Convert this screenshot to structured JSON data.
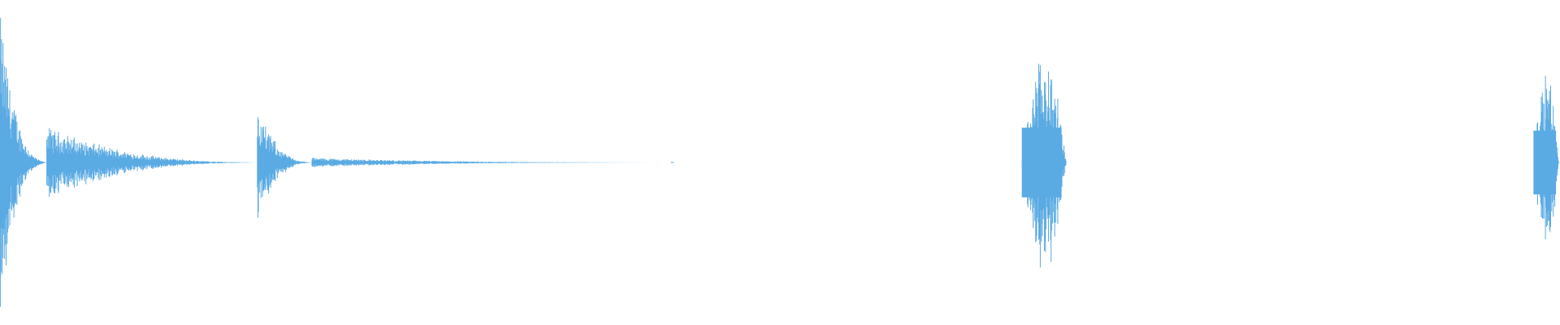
{
  "chart_data": {
    "type": "line",
    "title": "",
    "xlabel": "",
    "ylabel": "",
    "grid": false,
    "legend": "none",
    "color": "#5aaae3",
    "ylim": [
      -1,
      1
    ],
    "xlim": [
      0,
      1
    ],
    "series": [
      {
        "values_description_free": true,
        "segments": [
          {
            "start": 0.0,
            "end": 0.03,
            "peak": 0.95,
            "decay": 0.9
          },
          {
            "start": 0.03,
            "end": 0.165,
            "peak": 0.22,
            "decay": 0.8
          },
          {
            "start": 0.165,
            "end": 0.2,
            "peak": 0.35,
            "decay": 0.85
          },
          {
            "start": 0.2,
            "end": 0.43,
            "peak": 0.03,
            "decay": 0.9
          },
          {
            "start": 0.655,
            "end": 0.685,
            "peak": 0.72,
            "decay": 0.0
          },
          {
            "start": 0.983,
            "end": 1.0,
            "peak": 0.66,
            "decay": 0.0
          }
        ]
      }
    ]
  }
}
